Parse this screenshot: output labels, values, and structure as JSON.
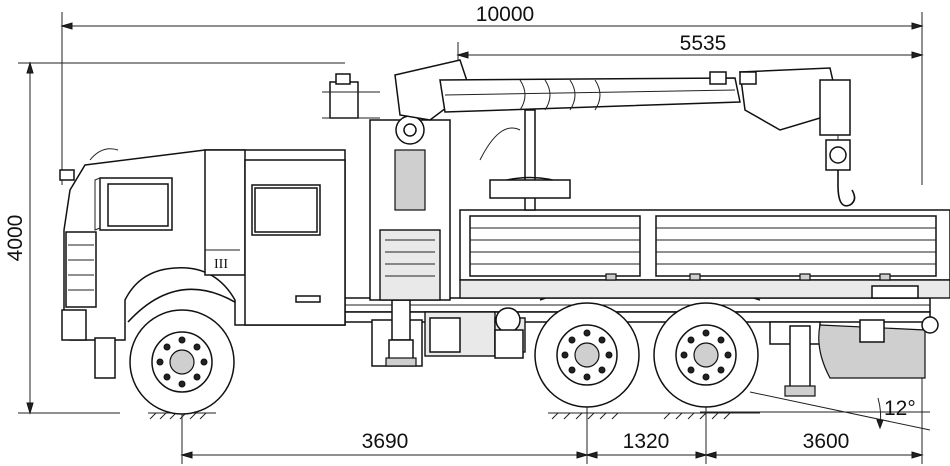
{
  "dimensions": {
    "overall_length": "10000",
    "crane_reach": "5535",
    "overall_height": "4000",
    "front_axle_to_bogie": "3690",
    "bogie_spacing": "1320",
    "rear_overhang": "3600",
    "departure_angle": "12°"
  },
  "cab_badge": "III"
}
